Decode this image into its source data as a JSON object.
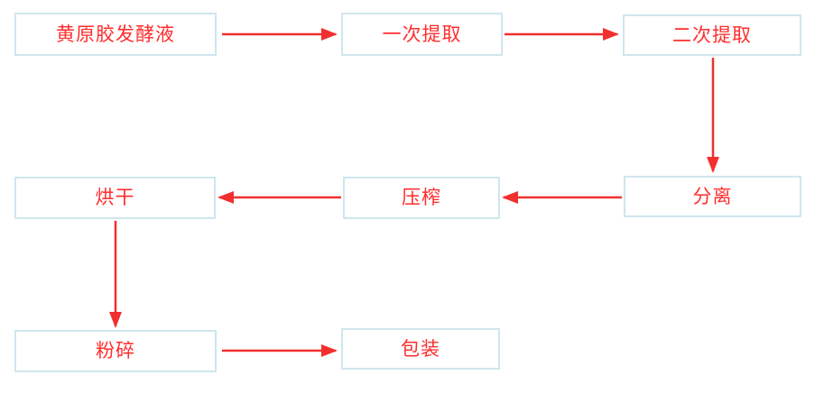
{
  "flowchart": {
    "nodes": {
      "fermentation_broth": {
        "label": "黄原胶发酵液"
      },
      "first_extraction": {
        "label": "一次提取"
      },
      "second_extraction": {
        "label": "二次提取"
      },
      "drying": {
        "label": "烘干"
      },
      "pressing": {
        "label": "压榨"
      },
      "separation": {
        "label": "分离"
      },
      "crushing": {
        "label": "粉碎"
      },
      "packaging": {
        "label": "包装"
      }
    },
    "edges": [
      {
        "from": "fermentation_broth",
        "to": "first_extraction"
      },
      {
        "from": "first_extraction",
        "to": "second_extraction"
      },
      {
        "from": "second_extraction",
        "to": "separation"
      },
      {
        "from": "separation",
        "to": "pressing"
      },
      {
        "from": "pressing",
        "to": "drying"
      },
      {
        "from": "drying",
        "to": "crushing"
      },
      {
        "from": "crushing",
        "to": "packaging"
      }
    ],
    "colors": {
      "box_border": "#cfe6ee",
      "text": "#ff2d2d",
      "arrow": "#f22f2f"
    }
  }
}
